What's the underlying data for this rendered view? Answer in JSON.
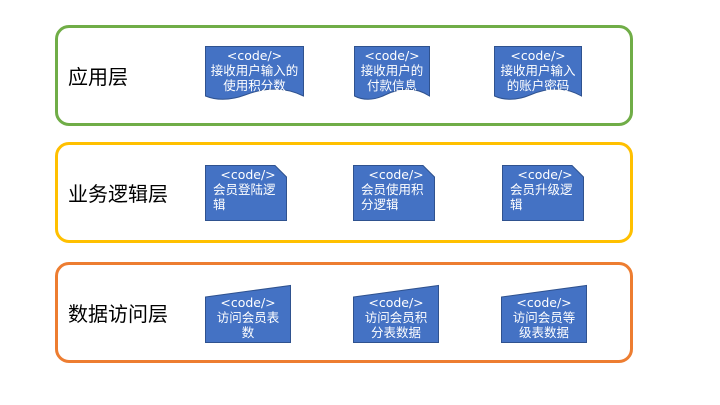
{
  "colors": {
    "node_fill": "#4472C4",
    "node_stroke": "#2F528F",
    "node_text": "#FFFFFF",
    "layer_app": "#70AD47",
    "layer_biz": "#FFC000",
    "layer_data": "#ED7D31"
  },
  "layers": [
    {
      "label": "应用层",
      "nodes": [
        {
          "shape": "wave",
          "lines": [
            "<code/>",
            "接收用户输入的",
            "使用积分数"
          ]
        },
        {
          "shape": "wave",
          "lines": [
            "<code/>",
            "接收用户的",
            "付款信息"
          ]
        },
        {
          "shape": "wave",
          "lines": [
            "<code/>",
            "接收用户输入",
            "的账户密码"
          ]
        }
      ]
    },
    {
      "label": "业务逻辑层",
      "nodes": [
        {
          "shape": "folded",
          "lines": [
            "<code/>",
            "会员登陆逻",
            "辑"
          ]
        },
        {
          "shape": "folded",
          "lines": [
            "<code/>",
            "会员使用积",
            "分逻辑"
          ]
        },
        {
          "shape": "folded",
          "lines": [
            "<code/>",
            "会员升级逻",
            "辑"
          ]
        }
      ]
    },
    {
      "label": "数据访问层",
      "nodes": [
        {
          "shape": "manual",
          "lines": [
            "<code/>",
            "访问会员表",
            "数"
          ]
        },
        {
          "shape": "manual",
          "lines": [
            "<code/>",
            "访问会员积",
            "分表数据"
          ]
        },
        {
          "shape": "manual",
          "lines": [
            "<code/>",
            "访问会员等",
            "级表数据"
          ]
        }
      ]
    }
  ]
}
